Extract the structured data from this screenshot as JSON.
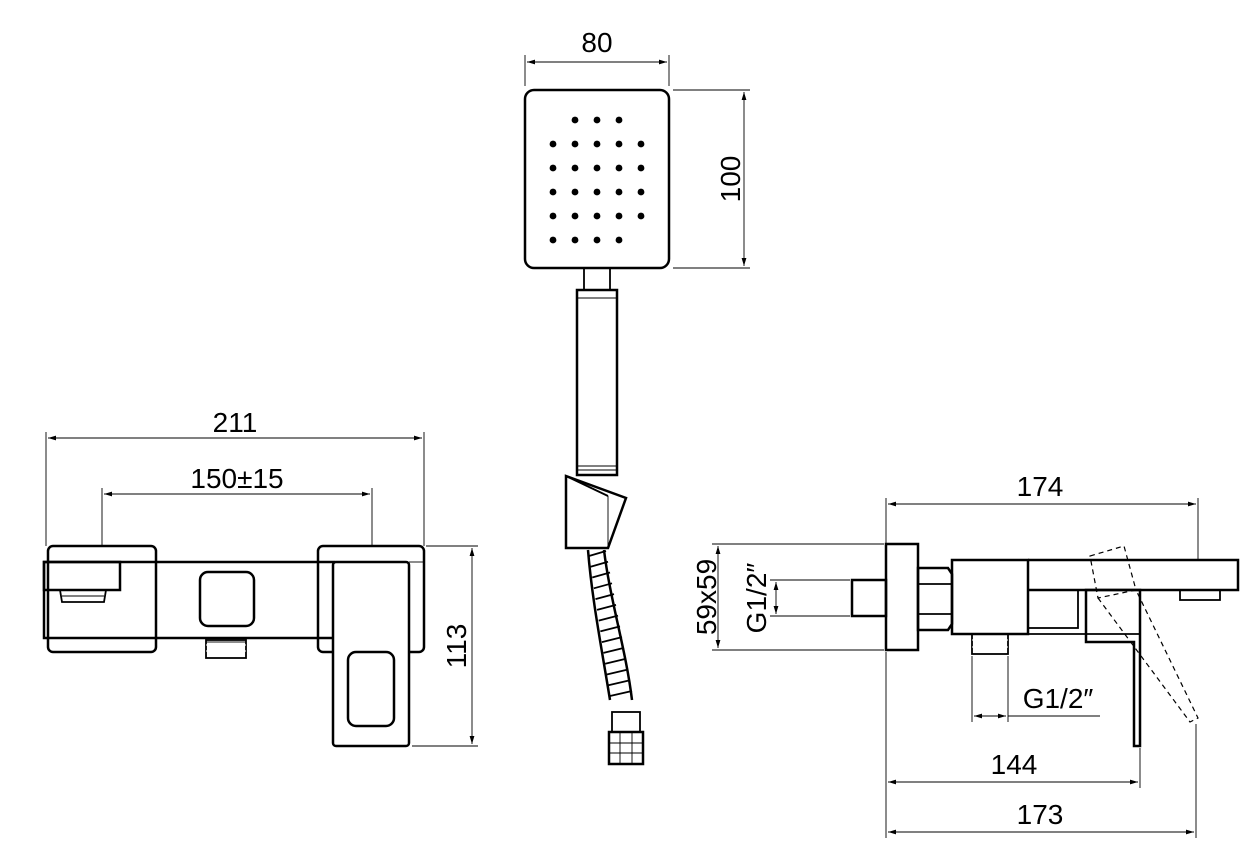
{
  "dimensions": {
    "head_width": "80",
    "head_height": "100",
    "front_overall_width": "211",
    "front_center_distance": "150±15",
    "front_height": "113",
    "side_depth_top": "174",
    "side_flange_size": "59x59",
    "side_inlet_thread": "G1/2″",
    "side_outlet_thread": "G1/2″",
    "side_lever_depth": "144",
    "side_overall_depth": "173"
  }
}
